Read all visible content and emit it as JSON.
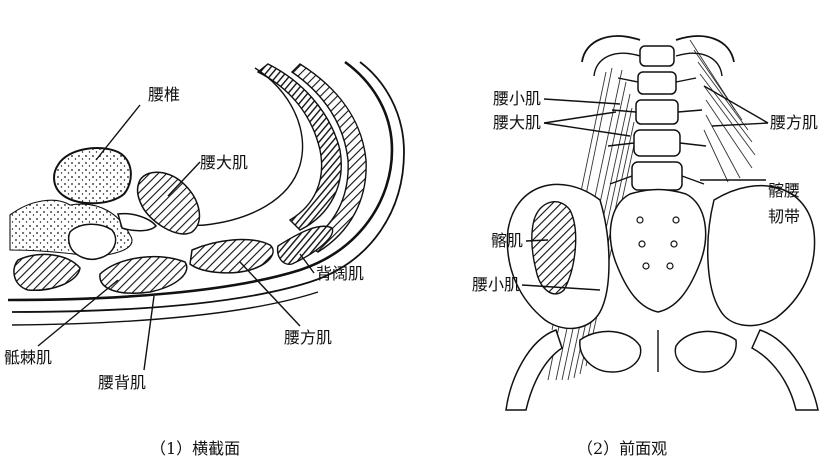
{
  "figure_cross_section": {
    "labels": {
      "lumbar_vertebra": "腰椎",
      "psoas_major": "腰大肌",
      "latissimus_dorsi": "背阔肌",
      "quadratus_lumborum": "腰方肌",
      "sacrospinalis": "骶棘肌",
      "lumbodorsal_muscle": "腰背肌"
    },
    "caption": "（1）横截面"
  },
  "figure_front_view": {
    "labels": {
      "psoas_minor_top": "腰小肌",
      "psoas_major": "腰大肌",
      "quadratus_lumborum": "腰方肌",
      "iliolumbar_ligament_1": "髂腰",
      "iliolumbar_ligament_2": "韧带",
      "iliacus": "髂肌",
      "psoas_minor_bottom": "腰小肌"
    },
    "caption": "（2）前面观"
  },
  "style": {
    "ink": "#111111",
    "paper": "#ffffff"
  }
}
